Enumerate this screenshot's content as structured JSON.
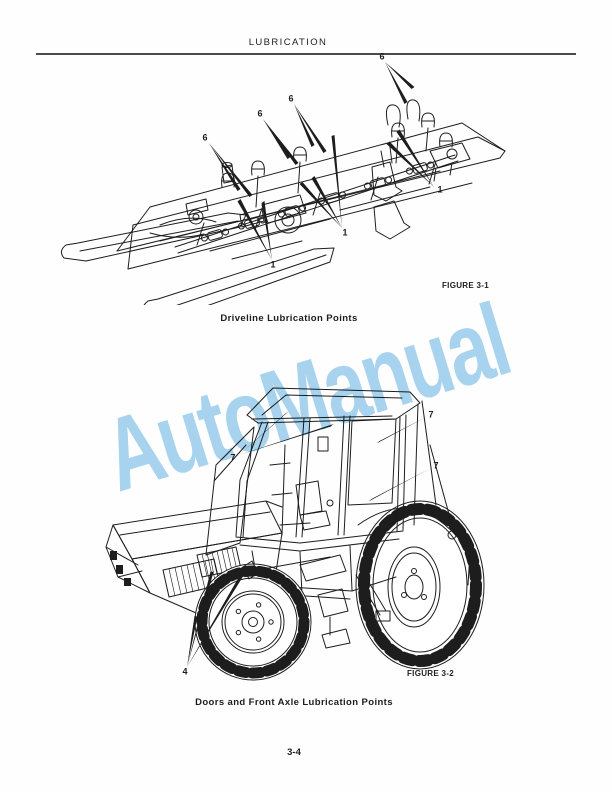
{
  "header": {
    "title": "LUBRICATION"
  },
  "watermark": {
    "text": "AutoManual"
  },
  "figure1": {
    "label": "FIGURE 3-1",
    "caption": "Driveline Lubrication Points",
    "callouts": [
      {
        "label": "6"
      },
      {
        "label": "6"
      },
      {
        "label": "6"
      },
      {
        "label": "6"
      },
      {
        "label": "1"
      },
      {
        "label": "1"
      },
      {
        "label": "1"
      }
    ]
  },
  "figure2": {
    "label": "FIGURE 3-2",
    "caption": "Doors and Front Axle Lubrication Points",
    "callouts": [
      {
        "label": "7"
      },
      {
        "label": "7"
      },
      {
        "label": "7"
      },
      {
        "label": "4"
      }
    ]
  },
  "footer": {
    "page_number": "3-4"
  },
  "colors": {
    "ink": "#1d1d1d",
    "rule_gray": "#4a4a4a",
    "watermark_blue": "#a9d4ef"
  }
}
